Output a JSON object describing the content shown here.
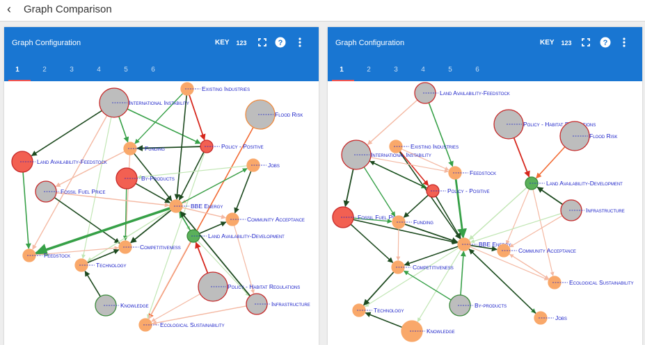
{
  "page": {
    "back_icon": "chevron-left-icon",
    "title": "Graph Comparison"
  },
  "colors": {
    "header": "#1976d2",
    "label": "#1a20c8",
    "grey_node": "#bdbdbd",
    "orange_node": "#f9a86a",
    "red_node": "#f26052",
    "green_node": "#5ab05a",
    "tab_indicator": "#ef5350"
  },
  "panels": [
    {
      "title": "Graph Configuration",
      "key_label": "KEY",
      "toolbar_icons": [
        "numbers-icon",
        "fullscreen-icon",
        "help-icon",
        "more-vert-icon"
      ],
      "tabs": [
        "1",
        "2",
        "3",
        "4",
        "5",
        "6"
      ],
      "active_tab": "1",
      "nodes": [
        {
          "id": "ind",
          "label": "Existing Industries",
          "type": "orange",
          "size": "small"
        },
        {
          "id": "intl",
          "label": "International Instability",
          "type": "grey",
          "size": "large"
        },
        {
          "id": "flood",
          "label": "Flood Risk",
          "type": "grey",
          "size": "large",
          "ring": "orange"
        },
        {
          "id": "fund",
          "label": "Funding",
          "type": "orange",
          "size": "small"
        },
        {
          "id": "pol",
          "label": "Policy - Positive",
          "type": "red",
          "size": "small"
        },
        {
          "id": "land",
          "label": "Land Availability-Feedstock",
          "type": "red",
          "size": "medium"
        },
        {
          "id": "jobs",
          "label": "Jobs",
          "type": "orange",
          "size": "small"
        },
        {
          "id": "bypro",
          "label": "By-Products",
          "type": "red",
          "size": "medium"
        },
        {
          "id": "ffp",
          "label": "Fossil Fuel Price",
          "type": "grey",
          "size": "medium"
        },
        {
          "id": "bbe",
          "label": "BBE Energy",
          "type": "orange",
          "size": "small"
        },
        {
          "id": "comacc",
          "label": "Community Acceptance",
          "type": "orange",
          "size": "small"
        },
        {
          "id": "landdev",
          "label": "Land Availability-Development",
          "type": "green",
          "size": "small"
        },
        {
          "id": "comp",
          "label": "Competitiveness",
          "type": "orange",
          "size": "small"
        },
        {
          "id": "feed",
          "label": "Feedstock",
          "type": "orange",
          "size": "small"
        },
        {
          "id": "tech",
          "label": "Technology",
          "type": "orange",
          "size": "small"
        },
        {
          "id": "polhab",
          "label": "Policy - Habitat Regulations",
          "type": "grey",
          "size": "large"
        },
        {
          "id": "infra",
          "label": "Infrastructure",
          "type": "grey",
          "size": "medium"
        },
        {
          "id": "know",
          "label": "Knowledge",
          "type": "grey",
          "size": "medium",
          "ring": "green"
        },
        {
          "id": "eco",
          "label": "Ecological Sustainability",
          "type": "orange",
          "size": "small"
        }
      ]
    },
    {
      "title": "Graph Configuration",
      "key_label": "KEY",
      "toolbar_icons": [
        "numbers-icon",
        "fullscreen-icon",
        "help-icon",
        "more-vert-icon"
      ],
      "tabs": [
        "1",
        "2",
        "3",
        "4",
        "5",
        "6"
      ],
      "active_tab": "1",
      "nodes": [
        {
          "id": "land",
          "label": "Land Availability-Feedstock",
          "type": "grey",
          "size": "medium"
        },
        {
          "id": "polhab",
          "label": "Policy - Habitat Regulations",
          "type": "grey",
          "size": "large"
        },
        {
          "id": "flood",
          "label": "Flood Risk",
          "type": "grey",
          "size": "large"
        },
        {
          "id": "ind",
          "label": "Existing Industries",
          "type": "orange",
          "size": "small"
        },
        {
          "id": "intl",
          "label": "International Instability",
          "type": "grey",
          "size": "large"
        },
        {
          "id": "feed",
          "label": "Feedstock",
          "type": "orange",
          "size": "small"
        },
        {
          "id": "landdev",
          "label": "Land Availability-Development",
          "type": "green",
          "size": "small"
        },
        {
          "id": "pol",
          "label": "Policy - Positive",
          "type": "red",
          "size": "small"
        },
        {
          "id": "infra",
          "label": "Infrastructure",
          "type": "grey",
          "size": "medium"
        },
        {
          "id": "ffp",
          "label": "Fossil Fuel Price",
          "type": "red",
          "size": "medium"
        },
        {
          "id": "fund",
          "label": "Funding",
          "type": "orange",
          "size": "small"
        },
        {
          "id": "bbe",
          "label": "BBE Energy",
          "type": "orange",
          "size": "small"
        },
        {
          "id": "comacc",
          "label": "Community Acceptance",
          "type": "orange",
          "size": "small"
        },
        {
          "id": "comp",
          "label": "Competitiveness",
          "type": "orange",
          "size": "small"
        },
        {
          "id": "eco",
          "label": "Ecological Sustainability",
          "type": "orange",
          "size": "small"
        },
        {
          "id": "tech",
          "label": "Technology",
          "type": "orange",
          "size": "small"
        },
        {
          "id": "bypro",
          "label": "By-products",
          "type": "grey",
          "size": "medium",
          "ring": "green"
        },
        {
          "id": "jobs",
          "label": "Jobs",
          "type": "orange",
          "size": "small"
        },
        {
          "id": "know",
          "label": "Knowledge",
          "type": "orange",
          "size": "medium"
        }
      ]
    }
  ]
}
